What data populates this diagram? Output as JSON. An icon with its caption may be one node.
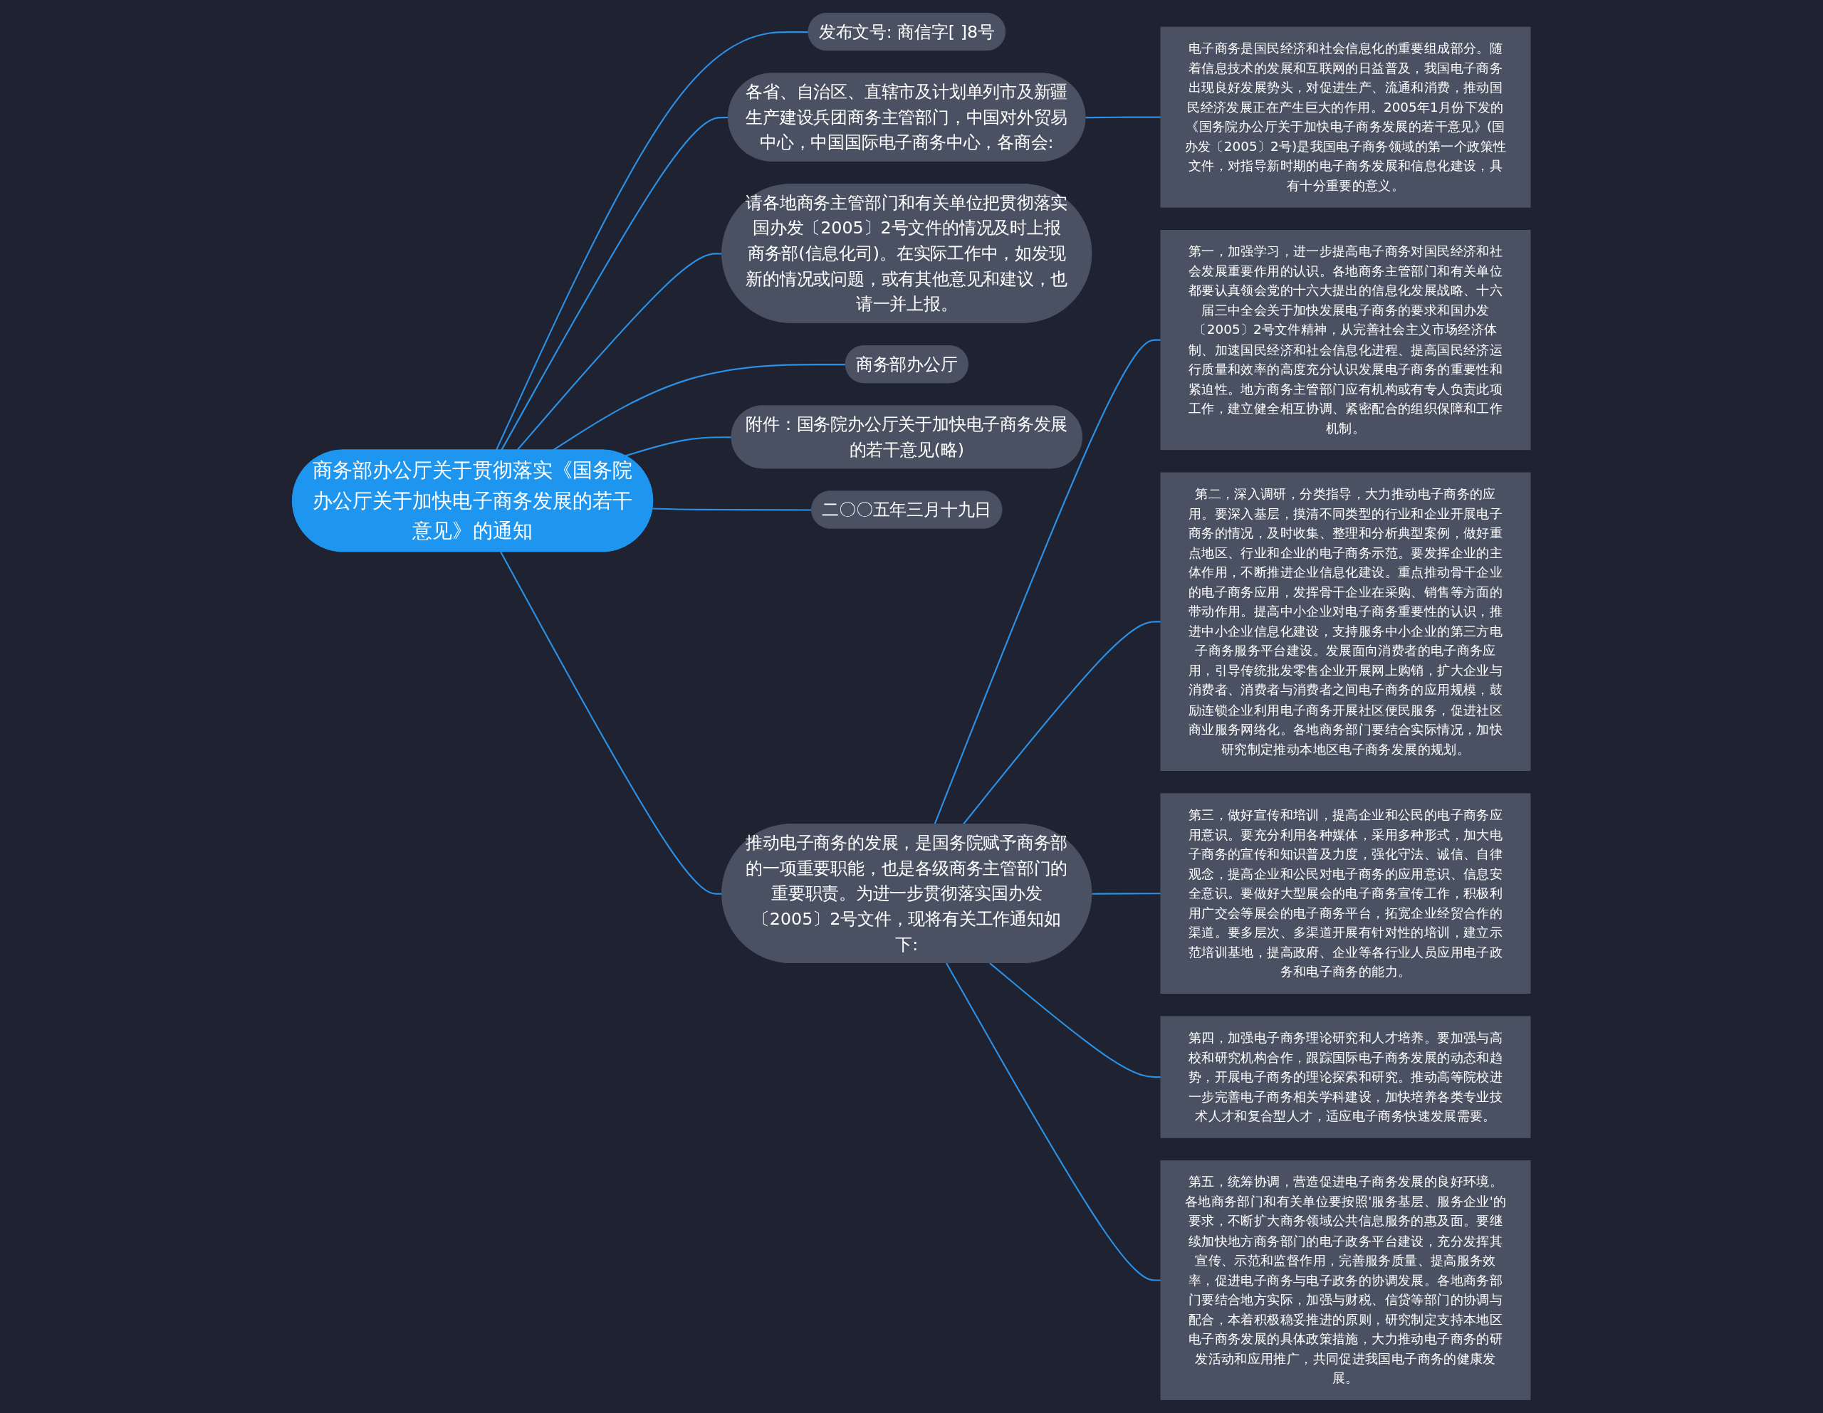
{
  "diagram": {
    "nodes": [
      {
        "text": [
          "商务部办公厅关于贯彻落实《国务院办公厅关于加快电子商务发展的若干意见》的通知"
        ]
      },
      {
        "text": [
          "发布文号: 商信字[ ]8号"
        ]
      },
      {
        "text": [
          "各省、自治区、直辖市及计划单列市及新疆生产建设兵团商务主管部门，中国对外贸易中心，中国国际电子商务中心，各商会:"
        ]
      },
      {
        "text": [
          "电子商务是国民经济和社会信息化的重要组成部分。随着信息技术的发展和互联网的日益普及，我国电子商务出现良好发展势头，对促进生产、流通和消费，推动国民经济发展正在产生巨大的作用。2005年1月份下发的《国务院办公厅关于加快电子商务发展的若干意见》(国办发〔2005〕2号)是我国电子商务领域的第一个政策性文件，对指导新时期的电子商务发展和信息化建设，具有十分重要的意义。"
        ]
      },
      {
        "text": [
          "请各地商务主管部门和有关单位把贯彻落实国办发〔2005〕2号文件的情况及时上报商务部(信息化司)。在实际工作中，如发现新的情况或问题，或有其他意见和建议，也请一并上报。"
        ]
      },
      {
        "text": [
          "商务部办公厅"
        ]
      },
      {
        "text": [
          "推动电子商务的发展，是国务院赋予商务部的一项重要职能，也是各级商务主管部门的重要职责。为进一步贯彻落实国办发〔2005〕2号文件，现将有关工作通知如下:"
        ]
      },
      {
        "text": [
          "第一，加强学习，进一步提高电子商务对国民经济和社会发展重要作用的认识。各地商务主管部门和有关单位都要认真领会党的十六大提出的信息化发展战略、十六届三中全会关于加快发展电子商务的要求和国办发〔2005〕2号文件精神，从完善社会主义市场经济体制、加速国民经济和社会信息化进程、提高国民经济运行质量和效率的高度充分认识发展电子商务的重要性和紧迫性。地方商务主管部门应有机构或有专人负责此项工作，建立健全相互协调、紧密配合的组织保障和工作机制。"
        ]
      },
      {
        "text": [
          "第二，深入调研，分类指导，大力推动电子商务的应用。要深入基层，摸清不同类型的行业和企业开展电子商务的情况，及时收集、整理和分析典型案例，做好重点地区、行业和企业的电子商务示范。要发挥企业的主体作用，不断推进企业信息化建设。重点推动骨干企业的电子商务应用，发挥骨干企业在采购、销售等方面的带动作用。提高中小企业对电子商务重要性的认识，推进中小企业信息化建设，支持服务中小企业的第三方电子商务服务平台建设。发展面向消费者的电子商务应用，引导传统批发零售企业开展网上购销，扩大企业与消费者、消费者与消费者之间电子商务的应用规模，鼓励连锁企业利用电子商务开展社区便民服务，促进社区商业服务网络化。各地商务部门要结合实际情况，加快研究制定推动本地区电子商务发展的规划。"
        ]
      },
      {
        "text": [
          "第三，做好宣传和培训，提高企业和公民的电子商务应用意识。要充分利用各种媒体，采用多种形式，加大电子商务的宣传和知识普及力度，强化守法、诚信、自律观念，提高企业和公民对电子商务的应用意识、信息安全意识。要做好大型展会的电子商务宣传工作，积极利用广交会等展会的电子商务平台，拓宽企业经贸合作的渠道。要多层次、多渠道开展有针对性的培训，建立示范培训基地，提高政府、企业等各行业人员应用电子政务和电子商务的能力。"
        ]
      },
      {
        "text": [
          "第四，加强电子商务理论研究和人才培养。要加强与高校和研究机构合作，跟踪国际电子商务发展的动态和趋势，开展电子商务的理论探索和研究。推动高等院校进一步完善电子商务相关学科建设，加快培养各类专业技术人才和复合型人才，适应电子商务快速发展需要。"
        ]
      },
      {
        "text": [
          "第五，统筹协调，营造促进电子商务发展的良好环境。各地商务部门和有关单位要按照'服务基层、服务企业'的要求，不断扩大商务领域公共信息服务的惠及面。要继续加快地方商务部门的电子政务平台建设，充分发挥其宣传、示范和监督作用，完善服务质量、提高服务效率，促进电子商务与电子政务的协调发展。各地商务部门要结合地方实际，加强与财税、信贷等部门的协调与配合，本着积极稳妥推进的原则，研究制定支持本地区电子商务发展的具体政策措施，大力推动电子商务的研发活动和应用推广，共同促进我国电子商务的健康发展。"
        ]
      },
      {
        "text": [
          "附件：国务院办公厅关于加快电子商务发展的若干意见(略)"
        ]
      },
      {
        "text": [
          "二〇〇五年三月十九日"
        ]
      }
    ],
    "edges": [
      {
        "from": 0,
        "to": 1,
        "arrow": "none"
      },
      {
        "from": 0,
        "to": 2,
        "arrow": "none"
      },
      {
        "from": 2,
        "to": 3,
        "arrow": "none"
      },
      {
        "from": 0,
        "to": 4,
        "arrow": "none"
      },
      {
        "from": 0,
        "to": 5,
        "arrow": "none"
      },
      {
        "from": 0,
        "to": 6,
        "arrow": "none"
      },
      {
        "from": 6,
        "to": 7,
        "arrow": "none"
      },
      {
        "from": 6,
        "to": 8,
        "arrow": "none"
      },
      {
        "from": 6,
        "to": 9,
        "arrow": "none"
      },
      {
        "from": 6,
        "to": 10,
        "arrow": "none"
      },
      {
        "from": 6,
        "to": 11,
        "arrow": "none"
      },
      {
        "from": 0,
        "to": 12,
        "arrow": "none"
      },
      {
        "from": 0,
        "to": 13,
        "arrow": "none"
      }
    ]
  }
}
